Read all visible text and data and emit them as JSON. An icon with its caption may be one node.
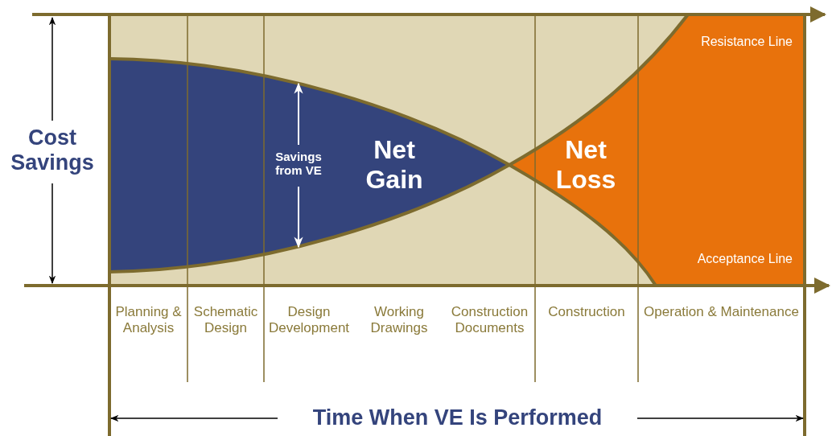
{
  "diagram": {
    "labels": [
      "Cost Savings",
      "Resistance Line",
      "Savings from VE",
      "Net Gain",
      "Net Loss",
      "Acceptance Line",
      "Planning & Analysis",
      "Schematic Design",
      "Design Development",
      "Working Drawings",
      "Construction Documents",
      "Construction",
      "Operation & Maintenance",
      "Time When VE Is Performed"
    ]
  }
}
